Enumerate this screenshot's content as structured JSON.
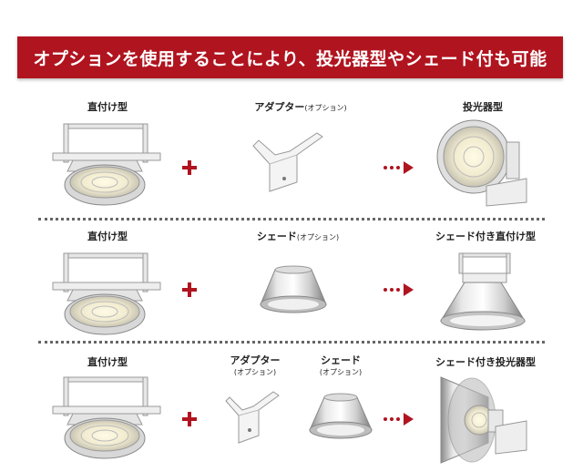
{
  "header": {
    "title": "オプションを使用することにより、投光器型やシェード付も可能"
  },
  "rows": [
    {
      "base_label": "直付け型",
      "option_label": "アダプター",
      "option_sub": "(オプション)",
      "result_label": "投光器型"
    },
    {
      "base_label": "直付け型",
      "option_label": "シェード",
      "option_sub": "(オプション)",
      "result_label": "シェード付き直付け型"
    },
    {
      "base_label": "直付け型",
      "option1_label": "アダプター",
      "option1_sub": "(オプション)",
      "option2_label": "シェード",
      "option2_sub": "(オプション)",
      "result_label": "シェード付き投光器型"
    }
  ],
  "icons": {
    "plus": "plus-icon",
    "arrow": "dotted-arrow-icon"
  },
  "colors": {
    "accent": "#b0141f"
  }
}
